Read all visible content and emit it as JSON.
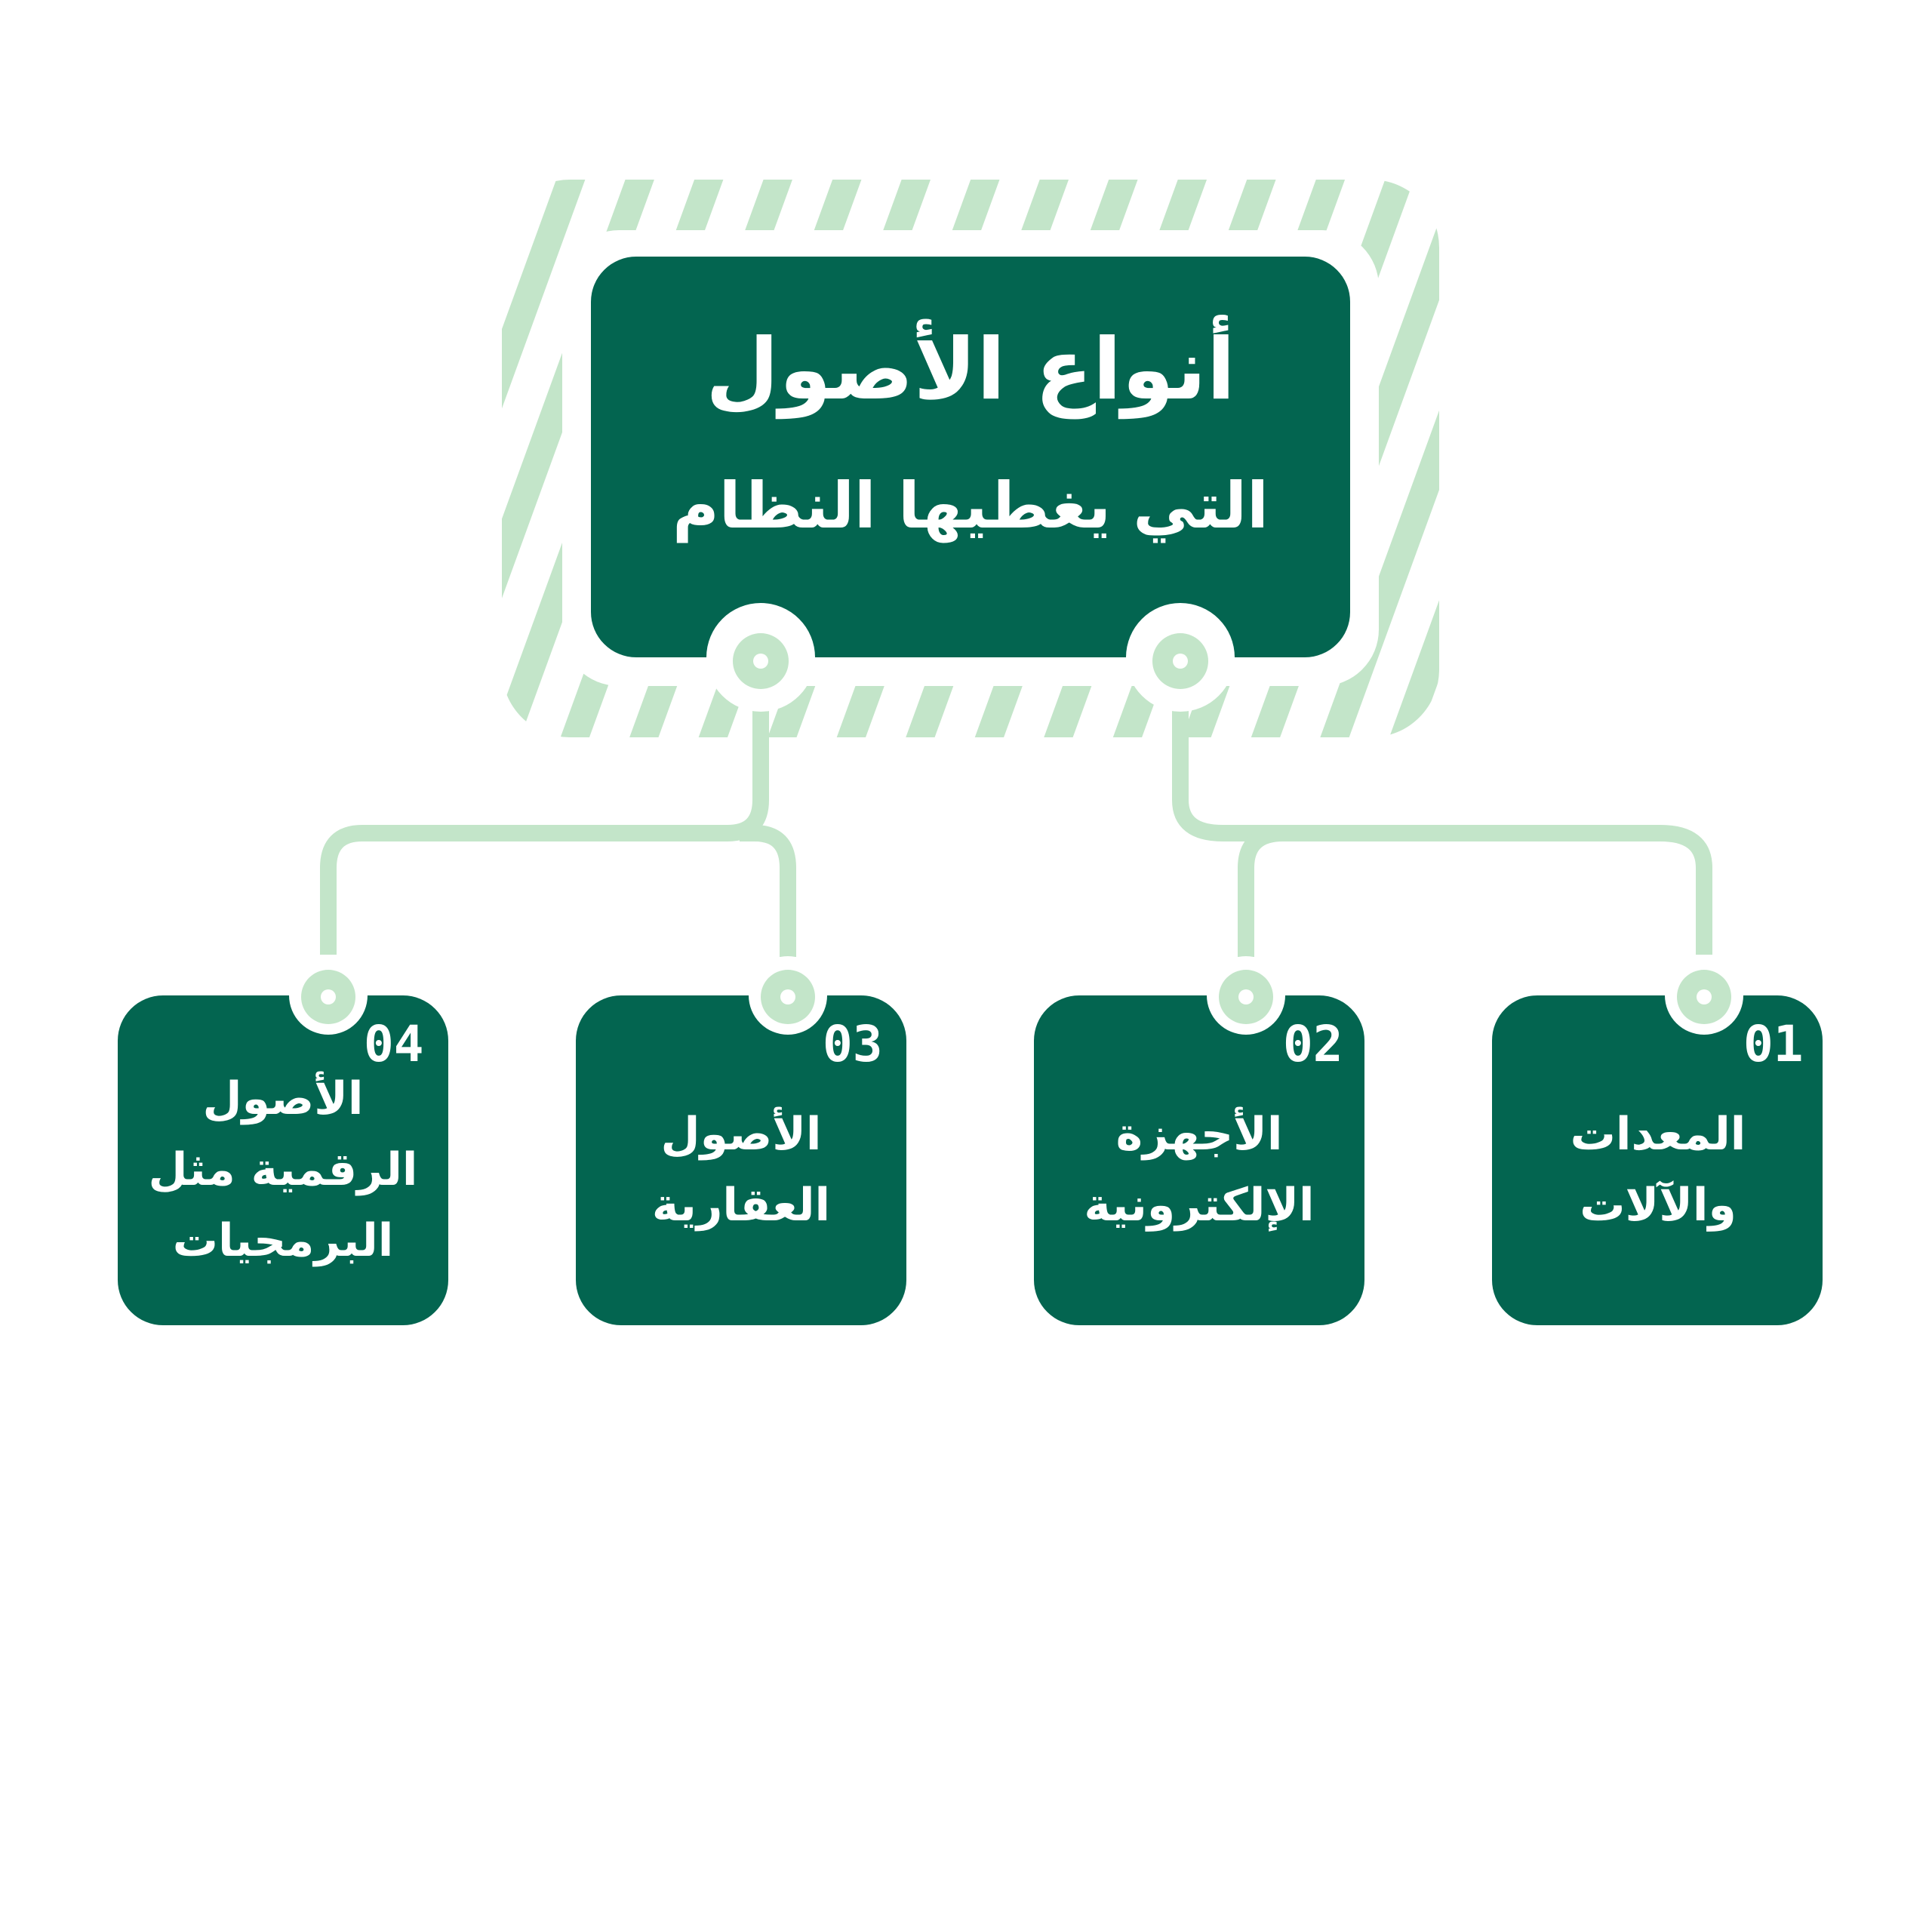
{
  "colors": {
    "dark_green": "#036550",
    "light_green": "#c3e5c9",
    "background": "#ffffff"
  },
  "main": {
    "title": "أنواع الأصول",
    "subtitle": "التي يغطيها النظام"
  },
  "items": [
    {
      "number": "01",
      "label": "المعدات والآلات"
    },
    {
      "number": "02",
      "label": "الأجهزة الإلكترونية"
    },
    {
      "number": "03",
      "label": "الأصول العقارية"
    },
    {
      "number": "04",
      "label": "الأصول الرقمية مثل البرمجيات"
    }
  ]
}
